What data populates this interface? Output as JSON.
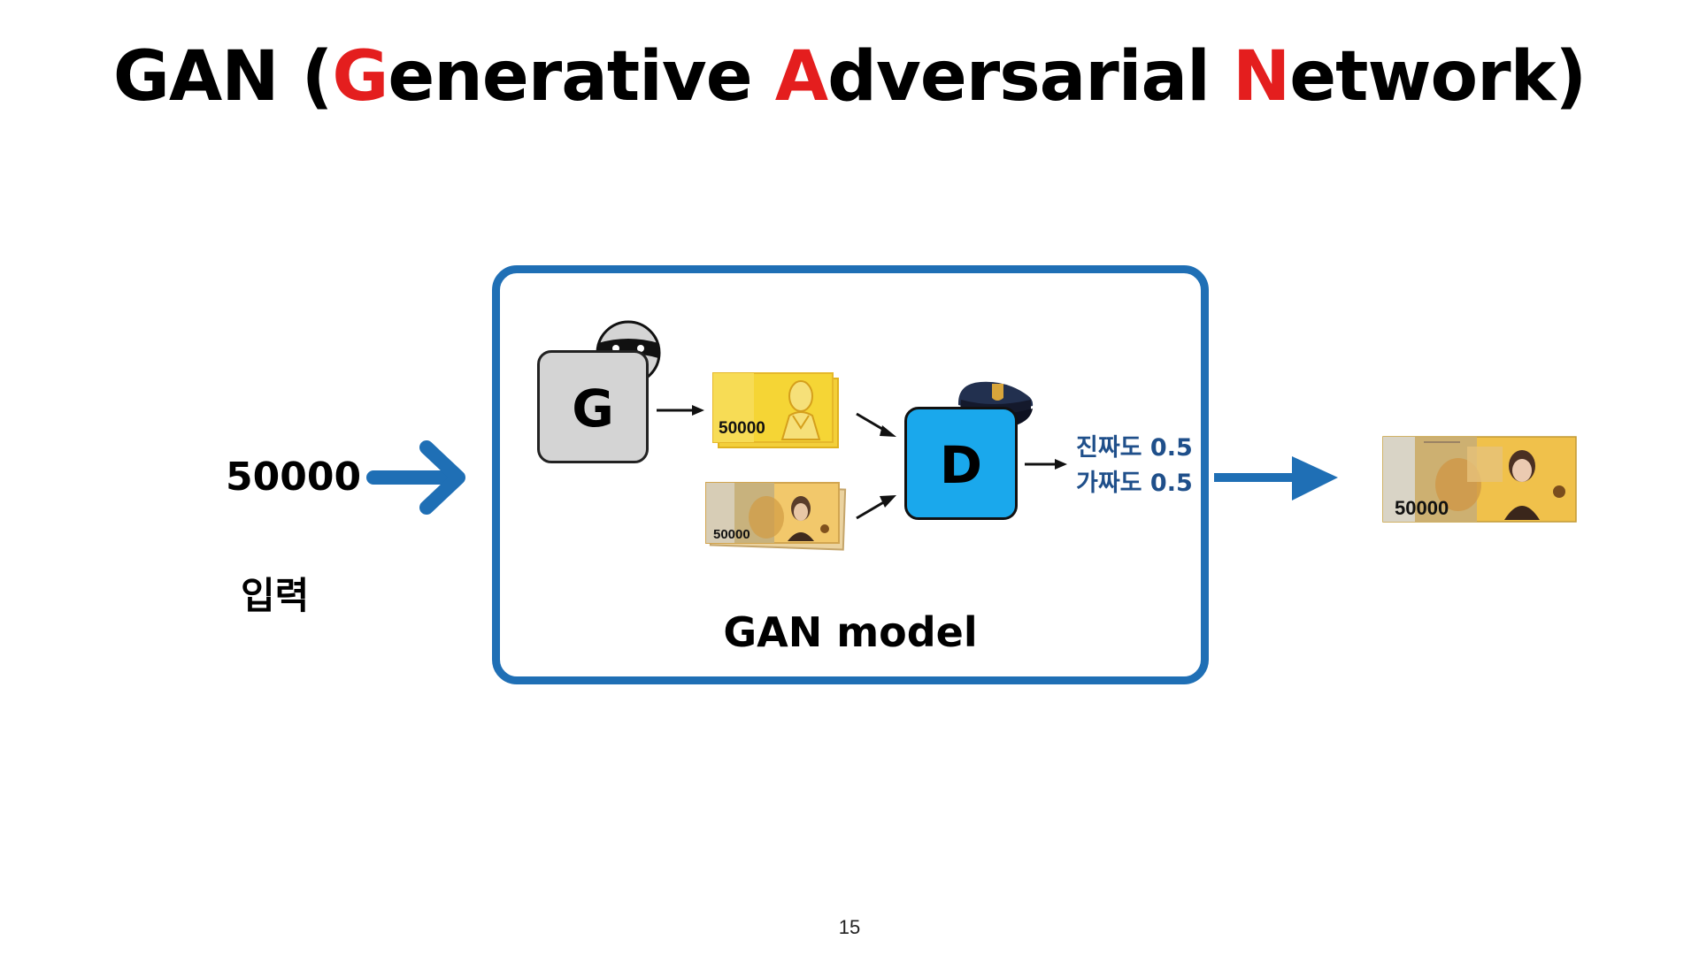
{
  "title": {
    "part1": "GAN (",
    "g": "G",
    "part2": "enerative ",
    "a": "A",
    "part3": "dversarial ",
    "n": "N",
    "part4": "etwork)"
  },
  "input": {
    "value": "50000",
    "label": "입력"
  },
  "model": {
    "label": "GAN model",
    "generator_letter": "G",
    "discriminator_letter": "D",
    "fake_note_value": "50000",
    "real_note_value": "50000",
    "real_prob_text": "진짜도 0.5",
    "fake_prob_text": "가짜도 0.5"
  },
  "output": {
    "note_value": "50000"
  },
  "page_number": "15",
  "colors": {
    "accent_red": "#e41e1e",
    "arrow_blue": "#1f6fb5",
    "discriminator_blue": "#1aa8ec",
    "generator_gray": "#d4d4d4",
    "prob_text": "#1f4f8a"
  },
  "icons": [
    "thief-mask-icon",
    "police-cap-icon",
    "banknote-icon"
  ]
}
